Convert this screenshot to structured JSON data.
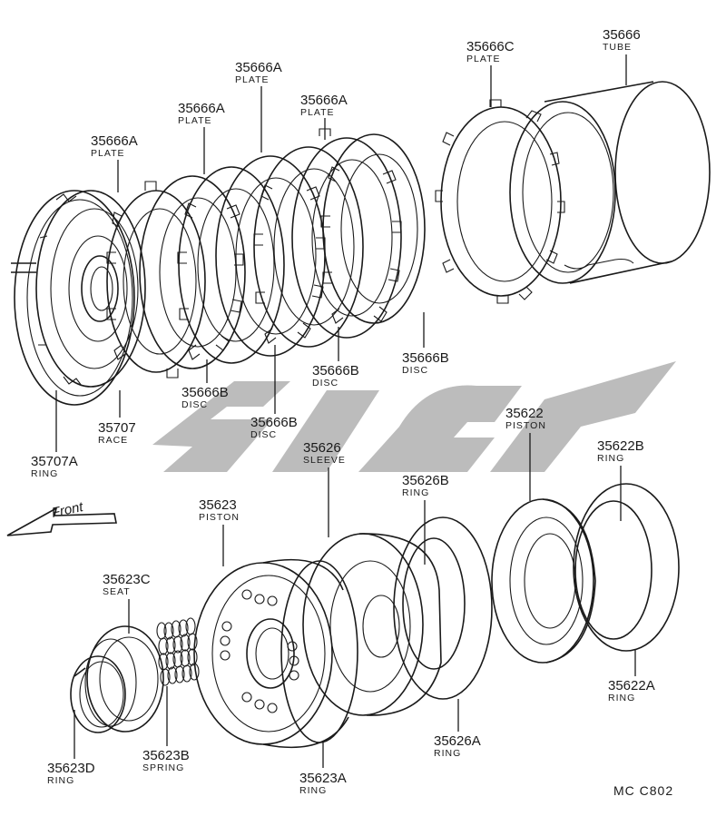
{
  "watermark_color": "#bcbcbc",
  "front_label": "Front",
  "diagram_code": "MC  C802",
  "callouts": {
    "c1": {
      "number": "35666A",
      "name": "PLATE"
    },
    "c2": {
      "number": "35666A",
      "name": "PLATE"
    },
    "c3": {
      "number": "35666A",
      "name": "PLATE"
    },
    "c4": {
      "number": "35666A",
      "name": "PLATE"
    },
    "c5": {
      "number": "35666C",
      "name": "PLATE"
    },
    "c6": {
      "number": "35666",
      "name": "TUBE"
    },
    "c7": {
      "number": "35666B",
      "name": "DISC"
    },
    "c8": {
      "number": "35666B",
      "name": "DISC"
    },
    "c9": {
      "number": "35666B",
      "name": "DISC"
    },
    "c10": {
      "number": "35666B",
      "name": "DISC"
    },
    "c11": {
      "number": "35707",
      "name": "RACE"
    },
    "c12": {
      "number": "35707A",
      "name": "RING"
    },
    "c13": {
      "number": "35626",
      "name": "SLEEVE"
    },
    "c14": {
      "number": "35622",
      "name": "PISTON"
    },
    "c15": {
      "number": "35622B",
      "name": "RING"
    },
    "c16": {
      "number": "35626B",
      "name": "RING"
    },
    "c17": {
      "number": "35623",
      "name": "PISTON"
    },
    "c18": {
      "number": "35623C",
      "name": "SEAT"
    },
    "c19": {
      "number": "35623D",
      "name": "RING"
    },
    "c20": {
      "number": "35623B",
      "name": "SPRING"
    },
    "c21": {
      "number": "35623A",
      "name": "RING"
    },
    "c22": {
      "number": "35626A",
      "name": "RING"
    },
    "c23": {
      "number": "35622A",
      "name": "RING"
    }
  }
}
